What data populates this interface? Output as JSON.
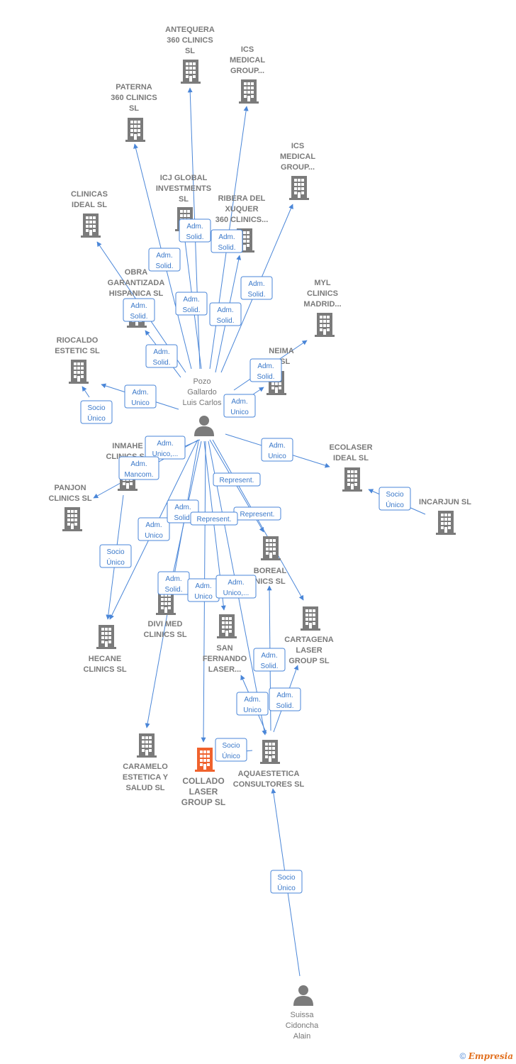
{
  "colors": {
    "edge": "#4a86d8",
    "company": "#7b7b7b",
    "focus": "#f0622d",
    "person": "#7b7b7b"
  },
  "nodes": [
    {
      "id": "antequera",
      "kind": "company",
      "label": [
        "ANTEQUERA",
        "360 CLINICS",
        "SL"
      ]
    },
    {
      "id": "ics1",
      "kind": "company",
      "label": [
        "ICS",
        "MEDICAL",
        "GROUP..."
      ]
    },
    {
      "id": "paterna",
      "kind": "company",
      "label": [
        "PATERNA",
        "360 CLINICS",
        "SL"
      ]
    },
    {
      "id": "ics2",
      "kind": "company",
      "label": [
        "ICS",
        "MEDICAL",
        "GROUP..."
      ]
    },
    {
      "id": "icj",
      "kind": "company",
      "label": [
        "ICJ GLOBAL",
        "INVESTMENTS",
        "SL"
      ]
    },
    {
      "id": "clinicas_ideal",
      "kind": "company",
      "label": [
        "CLINICAS",
        "IDEAL  SL"
      ]
    },
    {
      "id": "ribera",
      "kind": "company",
      "label": [
        "RIBERA DEL",
        "XUQUER",
        "360 CLINICS..."
      ]
    },
    {
      "id": "obra",
      "kind": "company",
      "label": [
        "OBRA",
        "GARANTIZADA",
        "HISPANICA  SL"
      ]
    },
    {
      "id": "myl",
      "kind": "company",
      "label": [
        "MYL",
        "CLINICS",
        "MADRID..."
      ]
    },
    {
      "id": "riocaldo",
      "kind": "company",
      "label": [
        "RIOCALDO",
        "ESTETIC  SL"
      ]
    },
    {
      "id": "neima",
      "kind": "company",
      "label": [
        "NEIMA",
        "S  SL"
      ]
    },
    {
      "id": "pozo",
      "kind": "person",
      "label": [
        "Pozo",
        "Gallardo",
        "Luis Carlos"
      ]
    },
    {
      "id": "inmahe",
      "kind": "company",
      "label": [
        "INMAHE",
        "CLINICS  SL"
      ]
    },
    {
      "id": "ecolaser",
      "kind": "company",
      "label": [
        "ECOLASER",
        "IDEAL  SL"
      ]
    },
    {
      "id": "incarjun",
      "kind": "company",
      "label": [
        "INCARJUN  SL"
      ]
    },
    {
      "id": "panjon",
      "kind": "company",
      "label": [
        "PANJON",
        "CLINICS  SL"
      ]
    },
    {
      "id": "boreal",
      "kind": "company",
      "label": [
        "BOREAL",
        "NICS  SL"
      ]
    },
    {
      "id": "divimed",
      "kind": "company",
      "label": [
        "DIVI MED",
        "CLINICS  SL"
      ]
    },
    {
      "id": "sanfernando",
      "kind": "company",
      "label": [
        "SAN",
        "FERNANDO",
        "LASER..."
      ]
    },
    {
      "id": "cartagena",
      "kind": "company",
      "label": [
        "CARTAGENA",
        "LASER",
        "GROUP  SL"
      ]
    },
    {
      "id": "hecane",
      "kind": "company",
      "label": [
        "HECANE",
        "CLINICS  SL"
      ]
    },
    {
      "id": "caramelo",
      "kind": "company",
      "label": [
        "CARAMELO",
        "ESTETICA Y",
        "SALUD  SL"
      ]
    },
    {
      "id": "collado",
      "kind": "focus",
      "label": [
        "COLLADO",
        "LASER",
        "GROUP  SL"
      ]
    },
    {
      "id": "aquaestetica",
      "kind": "company",
      "label": [
        "AQUAESTETICA",
        "CONSULTORES SL"
      ]
    },
    {
      "id": "suissa",
      "kind": "person",
      "label": [
        "Suissa",
        "Cidoncha",
        "Alain"
      ]
    }
  ],
  "edges": [
    {
      "from": "pozo",
      "to": "antequera",
      "label": [
        "Adm.",
        "Solid."
      ]
    },
    {
      "from": "pozo",
      "to": "ics1",
      "label": [
        "Adm.",
        "Solid."
      ]
    },
    {
      "from": "pozo",
      "to": "paterna",
      "label": [
        "Adm.",
        "Solid."
      ]
    },
    {
      "from": "pozo",
      "to": "ics2",
      "label": [
        "Adm.",
        "Solid."
      ]
    },
    {
      "from": "pozo",
      "to": "icj",
      "label": [
        "Adm.",
        "Solid."
      ]
    },
    {
      "from": "pozo",
      "to": "clinicas_ideal",
      "label": [
        "Adm.",
        "Solid."
      ]
    },
    {
      "from": "pozo",
      "to": "ribera",
      "label": [
        "Adm.",
        "Solid."
      ]
    },
    {
      "from": "pozo",
      "to": "obra",
      "label": [
        "Adm.",
        "Solid."
      ]
    },
    {
      "from": "pozo",
      "to": "myl",
      "label": [
        "Adm.",
        "Solid."
      ]
    },
    {
      "from": "pozo",
      "to": "riocaldo",
      "label": [
        "Adm.",
        "Unico"
      ]
    },
    {
      "from": "pozo",
      "to": "neima",
      "label": [
        "Adm.",
        "Unico"
      ]
    },
    {
      "from": "pozo",
      "to": "inmahe",
      "label": [
        "Adm.",
        "Unico,..."
      ]
    },
    {
      "from": "pozo",
      "to": "ecolaser",
      "label": [
        "Adm.",
        "Unico"
      ]
    },
    {
      "from": "pozo",
      "to": "panjon",
      "label": [
        "Adm.",
        "Mancom."
      ]
    },
    {
      "from": "pozo",
      "to": "boreal",
      "label": [
        "Represent."
      ]
    },
    {
      "from": "pozo",
      "to": "cartagena",
      "label": [
        "Represent."
      ]
    },
    {
      "from": "pozo",
      "to": "hecane",
      "label": [
        "Adm.",
        "Unico"
      ]
    },
    {
      "from": "pozo",
      "to": "divimed",
      "label": [
        "Adm.",
        "Solid."
      ]
    },
    {
      "from": "pozo",
      "to": "caramelo",
      "label": [
        "Adm.",
        "Solid."
      ]
    },
    {
      "from": "pozo",
      "to": "sanfernando",
      "label": [
        "Represent."
      ]
    },
    {
      "from": "pozo",
      "to": "collado",
      "label": [
        "Adm.",
        "Unico"
      ]
    },
    {
      "from": "pozo",
      "to": "aquaestetica",
      "label": [
        "Adm.",
        "Unico,..."
      ]
    },
    {
      "from": "riocaldo",
      "to": "inmahe",
      "label": [
        "Socio",
        "Único"
      ]
    },
    {
      "from": "inmahe",
      "to": "hecane",
      "label": [
        "Socio",
        "Único"
      ]
    },
    {
      "from": "incarjun",
      "to": "ecolaser",
      "label": [
        "Socio",
        "Único"
      ]
    },
    {
      "from": "aquaestetica",
      "to": "boreal",
      "label": [
        "Adm.",
        "Solid."
      ]
    },
    {
      "from": "aquaestetica",
      "to": "cartagena",
      "label": [
        "Adm.",
        "Solid."
      ]
    },
    {
      "from": "aquaestetica",
      "to": "sanfernando",
      "label": [
        "Adm.",
        "Unico"
      ]
    },
    {
      "from": "aquaestetica",
      "to": "collado",
      "label": [
        "Socio",
        "Único"
      ]
    },
    {
      "from": "suissa",
      "to": "aquaestetica",
      "label": [
        "Socio",
        "Único"
      ]
    }
  ],
  "footer": {
    "copyright": "©",
    "brand": "Empresia"
  }
}
